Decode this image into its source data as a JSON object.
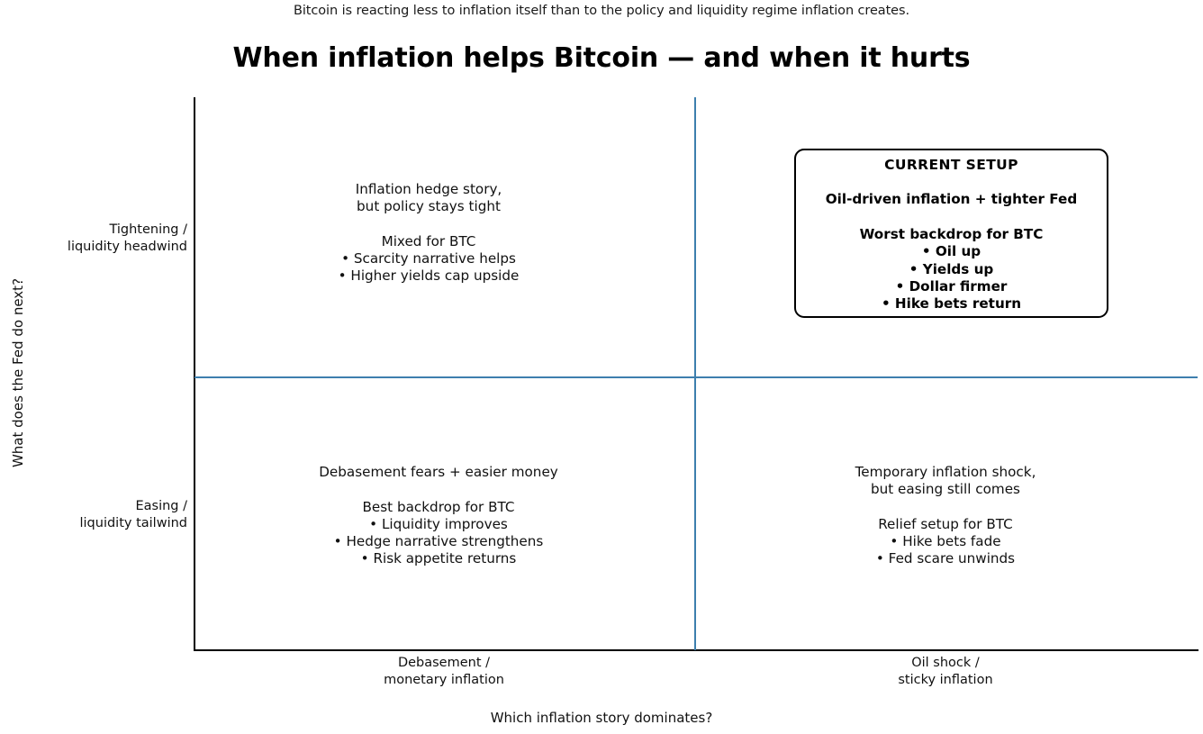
{
  "header": {
    "subtitle": "Bitcoin is reacting less to inflation itself than to the policy and liquidity regime inflation creates.",
    "title": "When inflation helps Bitcoin — and when it hurts"
  },
  "axes": {
    "xlabel": "Which inflation story dominates?",
    "ylabel": "What does the Fed do next?",
    "xticks": [
      "Debasement /\nmonetary inflation",
      "Oil shock /\nsticky inflation"
    ],
    "yticks": [
      "Tightening /\nliquidity headwind",
      "Easing /\nliquidity tailwind"
    ]
  },
  "colors": {
    "divider": "#3d7fae",
    "spine": "#000000",
    "text": "#111111",
    "background": "#ffffff"
  },
  "quadrants": {
    "top_left": "Inflation hedge story,\nbut policy stays tight\n\nMixed for BTC\n• Scarcity narrative helps\n• Higher yields cap upside",
    "bottom_left": "Debasement fears + easier money\n\nBest backdrop for BTC\n• Liquidity improves\n• Hedge narrative strengthens\n• Risk appetite returns",
    "bottom_right": "Temporary inflation shock,\nbut easing still comes\n\nRelief setup for BTC\n• Hike bets fade\n• Fed scare unwinds"
  },
  "current_setup": {
    "heading": "CURRENT SETUP",
    "subheading": "Oil-driven inflation + tighter Fed",
    "body": "Worst backdrop for BTC\n• Oil up\n• Yields up\n• Dollar firmer\n• Hike bets return"
  },
  "chart_data": {
    "type": "table",
    "title": "When inflation helps Bitcoin — and when it hurts",
    "subtitle": "Bitcoin is reacting less to inflation itself than to the policy and liquidity regime inflation creates.",
    "xlabel": "Which inflation story dominates?",
    "ylabel": "What does the Fed do next?",
    "grid": false,
    "legend": "none",
    "x_categories": [
      "Debasement / monetary inflation",
      "Oil shock / sticky inflation"
    ],
    "y_categories": [
      "Tightening / liquidity headwind",
      "Easing / liquidity tailwind"
    ],
    "cells": [
      {
        "x": "Debasement / monetary inflation",
        "y": "Tightening / liquidity headwind",
        "headline": "Inflation hedge story, but policy stays tight",
        "verdict": "Mixed for BTC",
        "bullets": [
          "Scarcity narrative helps",
          "Higher yields cap upside"
        ],
        "highlighted": false
      },
      {
        "x": "Oil shock / sticky inflation",
        "y": "Tightening / liquidity headwind",
        "headline": "Oil-driven inflation + tighter Fed",
        "verdict": "Worst backdrop for BTC",
        "bullets": [
          "Oil up",
          "Yields up",
          "Dollar firmer",
          "Hike bets return"
        ],
        "highlighted": true,
        "badge": "CURRENT SETUP"
      },
      {
        "x": "Debasement / monetary inflation",
        "y": "Easing / liquidity tailwind",
        "headline": "Debasement fears + easier money",
        "verdict": "Best backdrop for BTC",
        "bullets": [
          "Liquidity improves",
          "Hedge narrative strengthens",
          "Risk appetite returns"
        ],
        "highlighted": false
      },
      {
        "x": "Oil shock / sticky inflation",
        "y": "Easing / liquidity tailwind",
        "headline": "Temporary inflation shock, but easing still comes",
        "verdict": "Relief setup for BTC",
        "bullets": [
          "Hike bets fade",
          "Fed scare unwinds"
        ],
        "highlighted": false
      }
    ]
  }
}
